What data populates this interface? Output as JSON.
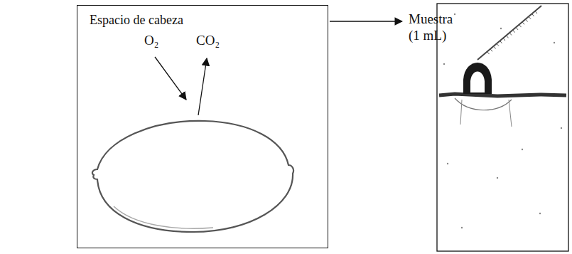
{
  "diagram": {
    "nodes": [
      {
        "text": [
          "Espacio de cabeza"
        ]
      }
    ],
    "labels": [
      "O₂",
      "CO₂",
      "Muestra (1 mL)"
    ]
  }
}
